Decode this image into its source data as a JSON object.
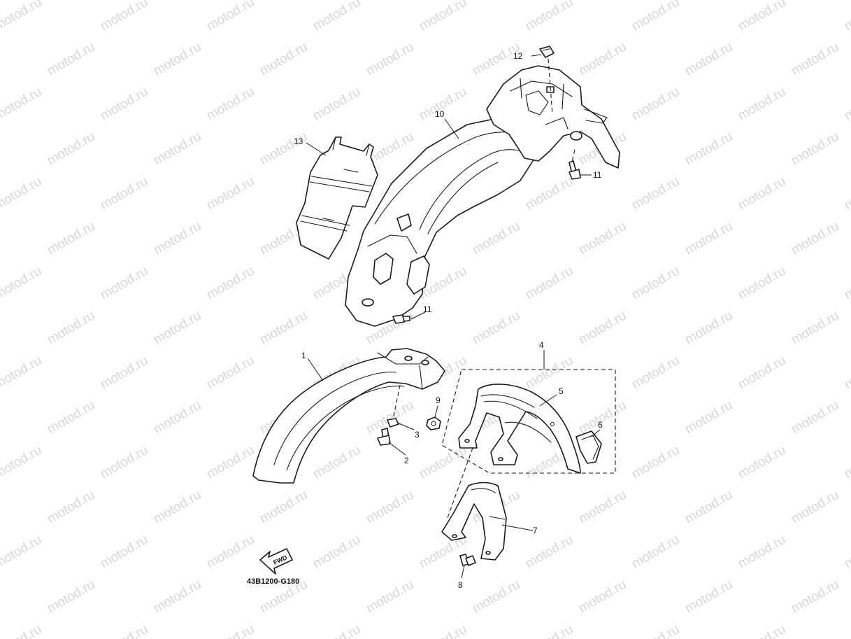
{
  "watermark": "motod.ru",
  "figure_code": "43B1200-G180",
  "fwd_label": "FWD",
  "callouts": [
    {
      "id": "1",
      "part": "front-fender"
    },
    {
      "id": "2",
      "part": "bolt"
    },
    {
      "id": "3",
      "part": "collar"
    },
    {
      "id": "4",
      "part": "front-fender-assembly"
    },
    {
      "id": "5",
      "part": "front-fender-panel"
    },
    {
      "id": "6",
      "part": "fender-bracket-clip"
    },
    {
      "id": "7",
      "part": "fender-stay"
    },
    {
      "id": "8",
      "part": "stay-bolt"
    },
    {
      "id": "9",
      "part": "nut"
    },
    {
      "id": "10",
      "part": "rear-fender"
    },
    {
      "id": "11",
      "part": "rear-fender-bolt"
    },
    {
      "id": "11",
      "part": "rear-fender-bolt-lower"
    },
    {
      "id": "12",
      "part": "grommet"
    },
    {
      "id": "13",
      "part": "mud-flap"
    }
  ],
  "colors": {
    "line": "#1a1a1a",
    "watermark": "#d6d6d6",
    "background": "#ffffff"
  }
}
